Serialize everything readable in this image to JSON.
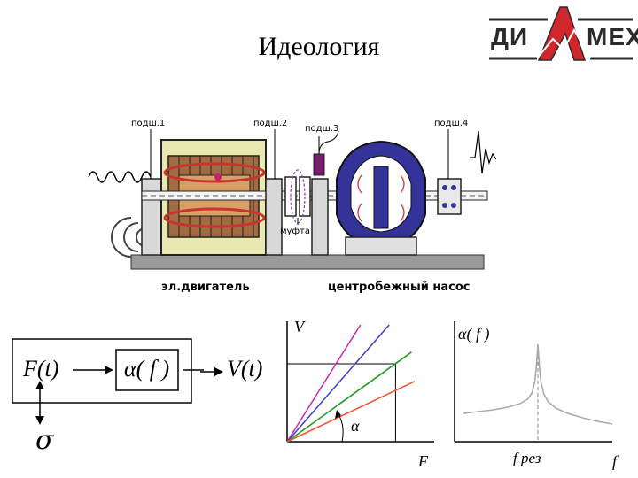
{
  "slide": {
    "title": "Идеология"
  },
  "logo": {
    "left_text": "ДИ",
    "center_letter": "А",
    "right_text": "МЕХ",
    "accent_color": "#d0262e"
  },
  "machine": {
    "bearing_labels": [
      "подш.1",
      "подш.2",
      "подш.3",
      "подш.4"
    ],
    "coupling_label": "муфта",
    "motor_label": "эл.двигатель",
    "pump_label": "центробежный насос",
    "colors": {
      "rotor": "#c9342f",
      "pump_body": "#333399",
      "sensor": "#7a1f6e",
      "frame": "#e8e8b0"
    }
  },
  "block_diagram": {
    "input": "F(t)",
    "transfer": "α( f )",
    "output": "V(t)",
    "parameter": "σ"
  },
  "chart_data": [
    {
      "type": "line",
      "xlabel": "F",
      "ylabel": "V",
      "annotation": "α",
      "series": [
        {
          "color": "#cc33aa",
          "x": [
            0,
            2.3
          ],
          "y": [
            0,
            6
          ]
        },
        {
          "color": "#4444cc",
          "x": [
            0,
            3.2
          ],
          "y": [
            0,
            6
          ]
        },
        {
          "color": "#229922",
          "x": [
            0,
            3.9
          ],
          "y": [
            0,
            4.6
          ]
        },
        {
          "color": "#ee5533",
          "x": [
            0,
            4.0
          ],
          "y": [
            0,
            3.1
          ]
        }
      ],
      "guide_box": {
        "x": 3.4,
        "y": 4.0
      }
    },
    {
      "type": "line",
      "xlabel": "f",
      "ylabel": "α( f )",
      "marker_label": "f рез",
      "series": [
        {
          "color": "#aaaaaa",
          "x": [
            0,
            0.1,
            0.2,
            0.3,
            0.38,
            0.43,
            0.46,
            0.48,
            0.49,
            0.5,
            0.51,
            0.52,
            0.54,
            0.57,
            0.62,
            0.7,
            0.8,
            0.9,
            1.0
          ],
          "y": [
            0.22,
            0.24,
            0.26,
            0.29,
            0.33,
            0.38,
            0.45,
            0.58,
            0.75,
            1.0,
            0.75,
            0.58,
            0.44,
            0.35,
            0.28,
            0.22,
            0.17,
            0.13,
            0.1
          ]
        }
      ],
      "resonance_x": 0.5
    }
  ]
}
